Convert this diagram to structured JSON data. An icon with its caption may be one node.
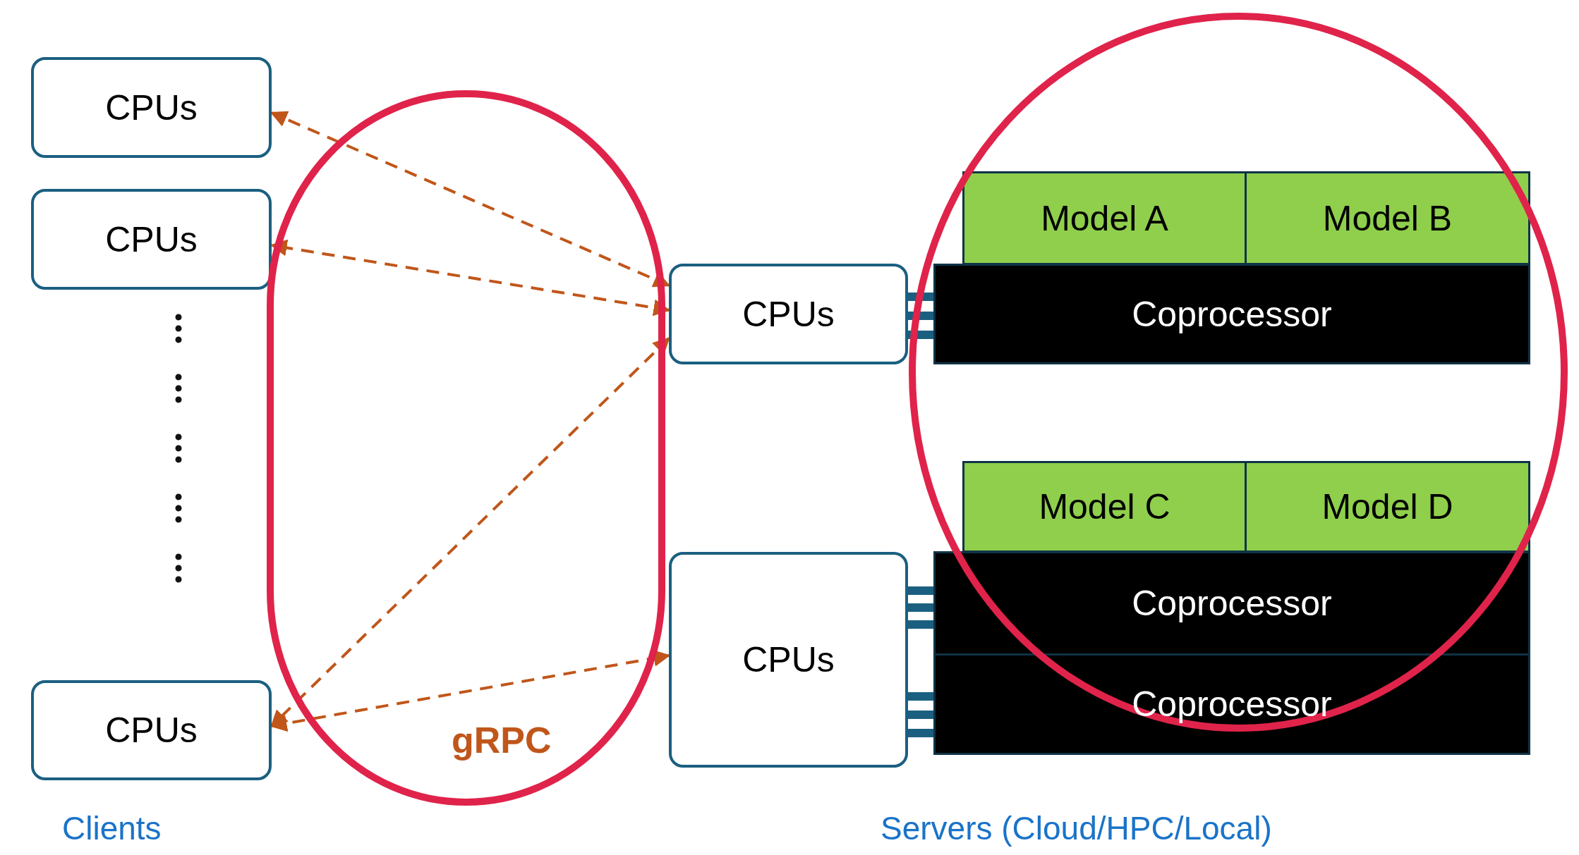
{
  "diagram": {
    "nodes": [
      {
        "text": [
          "CPUs"
        ]
      },
      {
        "text": [
          "CPUs"
        ]
      },
      {
        "text": [
          "CPUs"
        ]
      },
      {
        "text": [
          "CPUs"
        ]
      },
      {
        "text": [
          "CPUs"
        ]
      },
      {
        "text": [
          "Model A"
        ]
      },
      {
        "text": [
          "Model B"
        ]
      },
      {
        "text": [
          "Coprocessor"
        ]
      },
      {
        "text": [
          "Model C"
        ]
      },
      {
        "text": [
          "Model D"
        ]
      },
      {
        "text": [
          "Coprocessor"
        ]
      },
      {
        "text": [
          "Coprocessor"
        ]
      }
    ],
    "edges": [
      {
        "from": 3,
        "to": 0,
        "arrow": "both",
        "style": "dashed"
      },
      {
        "from": 3,
        "to": 1,
        "arrow": "both",
        "style": "dashed"
      },
      {
        "from": 3,
        "to": 2,
        "arrow": "both",
        "style": "dashed"
      },
      {
        "from": 2,
        "to": 4,
        "arrow": "both",
        "style": "dashed"
      }
    ],
    "labels": [
      "gRPC",
      "Clients",
      "Servers (Cloud/HPC/Local)"
    ]
  }
}
